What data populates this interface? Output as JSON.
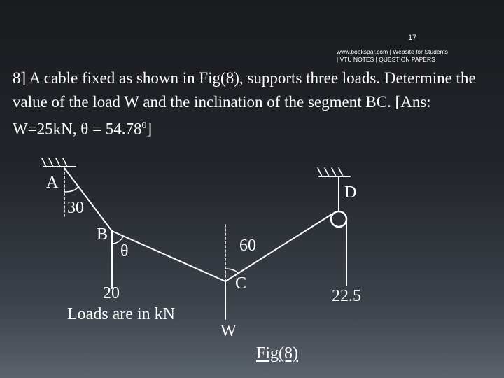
{
  "slide_number": "17",
  "source_note": "www.bookspar.com | Website for Students | VTU NOTES | QUESTION PAPERS",
  "problem": {
    "text_before": "8] A cable fixed as shown in Fig(8), supports three loads. Determine the value of  the load W and the inclination of the segment BC. [Ans: W=25kN, θ = 54.78",
    "degree_mark": "0",
    "text_after": "]"
  },
  "labels": {
    "point_a": "A",
    "point_b": "B",
    "point_c": "C",
    "point_d": "D",
    "angle_a": "30",
    "theta": "θ",
    "angle_c": "60",
    "load_b": "20",
    "load_c": "W",
    "load_d": "22.5",
    "units_note": "Loads are in kN",
    "figure_caption": "Fig(8)"
  },
  "colors": {
    "ink": "#ffffff"
  }
}
